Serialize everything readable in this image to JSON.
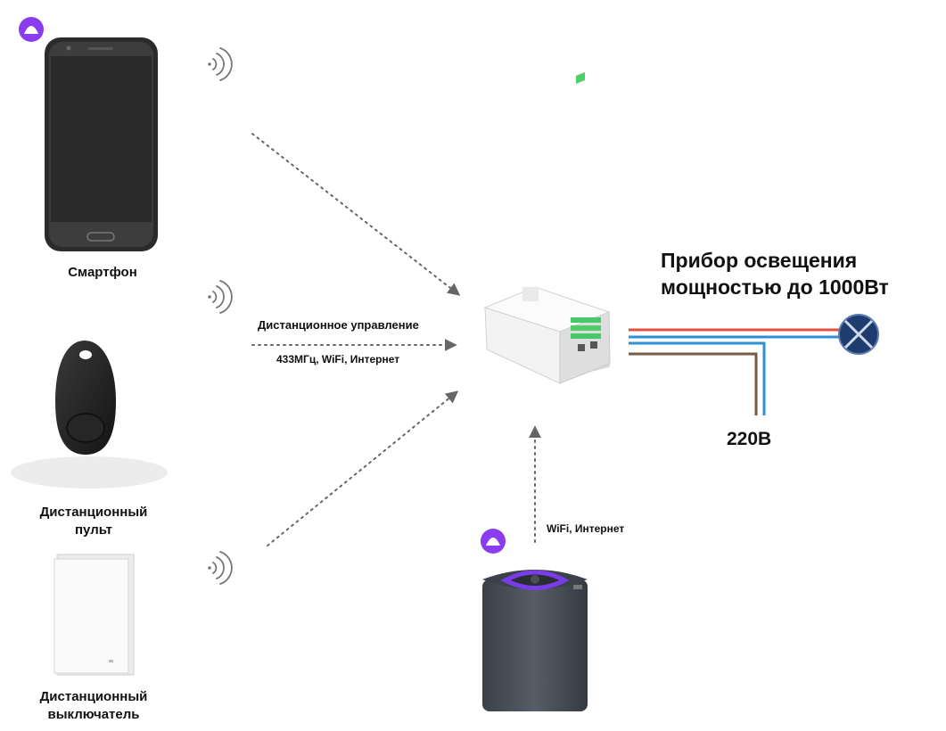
{
  "devices": {
    "smartphone": {
      "label": "Смартфон"
    },
    "remote": {
      "label_line1": "Дистанционный",
      "label_line2": "пульт"
    },
    "wall_switch": {
      "label_line1": "Дистанционный",
      "label_line2": "выключатель"
    },
    "smart_speaker": {
      "link_label": "WiFi, Интернет"
    }
  },
  "link": {
    "title": "Дистанционное управление",
    "protocols": "433МГц, WiFi, Интернет"
  },
  "lamp": {
    "title_line1": "Прибор освещения",
    "title_line2": "мощностью до 1000Вт"
  },
  "mains": {
    "voltage": "220В"
  },
  "colors": {
    "assistant_purple": "#8a3cf0",
    "wire_red": "#e0503c",
    "wire_blue": "#2e8fd8",
    "wire_brown": "#7a5a44",
    "lamp_fill": "#1e3c6e",
    "arrow": "#666666"
  }
}
